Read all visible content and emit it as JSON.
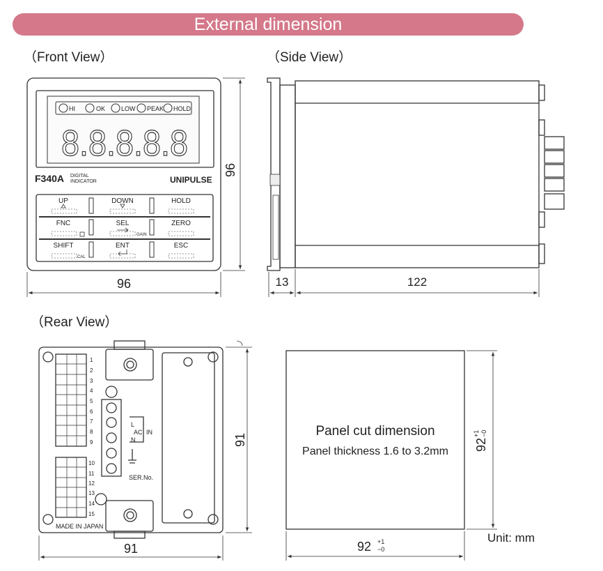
{
  "title": "External dimension",
  "views": {
    "front": "（Front View）",
    "side": "（Side View）",
    "rear": "（Rear View）"
  },
  "front": {
    "indicators": [
      "HI",
      "OK",
      "LOW",
      "PEAK",
      "HOLD"
    ],
    "display": "8.8.8.8.8",
    "model": "F340A",
    "model_sub_1": "DIGITAL",
    "model_sub_2": "INDICATOR",
    "brand": "UNIPULSE",
    "keys": [
      "UP",
      "DOWN",
      "HOLD",
      "FNC",
      "SEL",
      "ZERO",
      "SHIFT",
      "ENT",
      "ESC"
    ],
    "key_subs": {
      "gain": "GAIN",
      "cal": "CAL"
    },
    "width_dim": "96",
    "height_dim": "96"
  },
  "side": {
    "depth_front": "13",
    "depth_body": "122"
  },
  "rear": {
    "terminal_numbers": [
      "1",
      "2",
      "3",
      "4",
      "5",
      "6",
      "7",
      "8",
      "9",
      "10",
      "11",
      "12",
      "13",
      "14",
      "15"
    ],
    "power_labels": {
      "l": "L",
      "ac": "AC",
      "in": "IN",
      "n": "N"
    },
    "serial_label": "SER.No.",
    "made_in": "MADE IN JAPAN",
    "width_dim": "91",
    "height_dim": "91"
  },
  "panel_cut": {
    "title": "Panel cut dimension",
    "thickness": "Panel thickness 1.6 to 3.2mm",
    "width_main": "92",
    "tol_plus": "+1",
    "tol_minus": "−0",
    "height_main": "92",
    "unit": "Unit: mm"
  }
}
